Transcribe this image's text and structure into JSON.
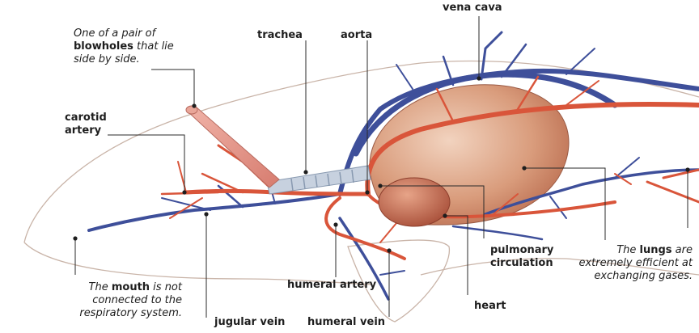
{
  "labels": {
    "vena_cava": "vena cava",
    "trachea": "trachea",
    "aorta": "aorta",
    "carotid_line1": "carotid",
    "carotid_line2": "artery",
    "blowhole_line1": "One of a pair of",
    "blowhole_line2_bold": "blowholes",
    "blowhole_line2_rest": " that lie",
    "blowhole_line3": "side by side.",
    "mouth_line1_pre": "The ",
    "mouth_line1_bold": "mouth",
    "mouth_line1_post": " is not",
    "mouth_line2": "connected to the",
    "mouth_line3": "respiratory system.",
    "jugular_vein": "jugular vein",
    "humeral_artery": "humeral artery",
    "humeral_vein": "humeral vein",
    "pulmonary_line1": "pulmonary",
    "pulmonary_line2": "circulation",
    "heart": "heart",
    "lungs_line1_pre": "The ",
    "lungs_line1_bold": "lungs",
    "lungs_line1_post": " are",
    "lungs_line2": "extremely efficient at",
    "lungs_line3": "exchanging gases."
  },
  "colors": {
    "artery": "#d9553a",
    "vein": "#3e4f9a",
    "lung": "#c88a6c",
    "body_outline": "#c9b4a8",
    "trachea": "#a8b4c4",
    "leader": "#2a2a2a"
  }
}
